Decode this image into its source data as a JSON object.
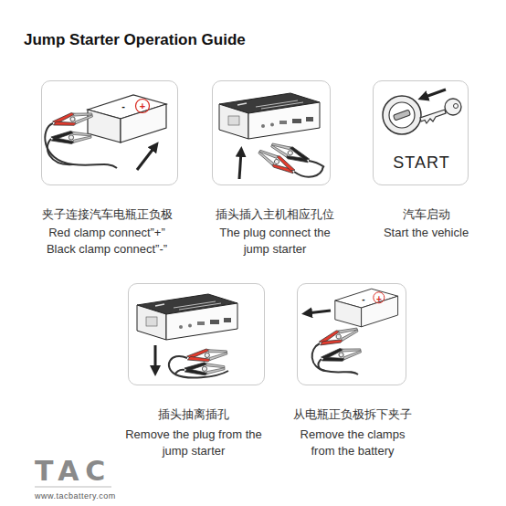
{
  "diagram": {
    "title": "Jump Starter Operation Guide",
    "nodes": [
      {
        "text": [
          "夹子连接汽车电瓶正负极",
          "Red clamp connect”+” Black clamp connect”-”"
        ]
      },
      {
        "text": [
          "插头插入主机相应孔位",
          "The plug connect the jump starter"
        ]
      },
      {
        "text": [
          "START",
          "汽车启动",
          "Start the vehicle"
        ]
      },
      {
        "text": [
          "插头抽离插孔",
          "Remove the plug from the jump starter"
        ]
      },
      {
        "text": [
          "从电瓶正负极拆下夹子",
          "Remove the clamps from the battery"
        ]
      }
    ],
    "labels": [
      "-",
      "+",
      "-",
      "+",
      "TAC",
      "www.tacbattery.com"
    ]
  }
}
